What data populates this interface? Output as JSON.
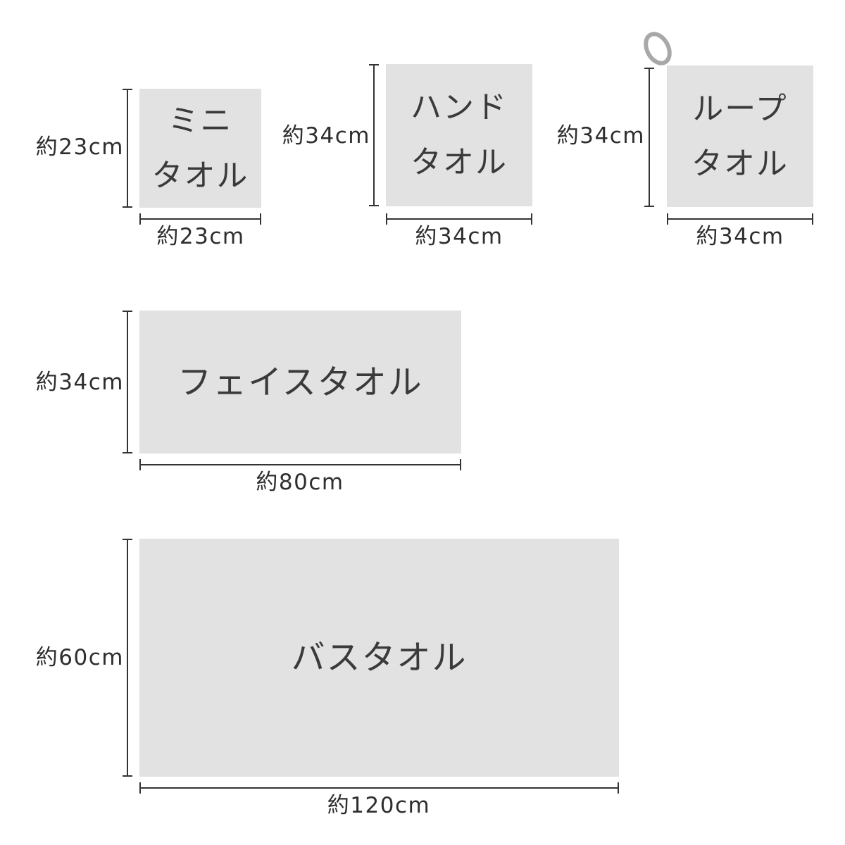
{
  "towels": [
    {
      "id": "mini",
      "lines": [
        "ミニ",
        "タオル"
      ],
      "width_label": "約23cm",
      "height_label": "約23cm"
    },
    {
      "id": "hand",
      "lines": [
        "ハンド",
        "タオル"
      ],
      "width_label": "約34cm",
      "height_label": "約34cm"
    },
    {
      "id": "loop",
      "lines": [
        "ループ",
        "タオル"
      ],
      "width_label": "約34cm",
      "height_label": "約34cm"
    },
    {
      "id": "face",
      "lines": [
        "フェイスタオル"
      ],
      "width_label": "約80cm",
      "height_label": "約34cm"
    },
    {
      "id": "bath",
      "lines": [
        "バスタオル"
      ],
      "width_label": "約120cm",
      "height_label": "約60cm"
    }
  ],
  "colors": {
    "towel_fill": "#e2e2e2",
    "text": "#333333",
    "loop_ring": "#a8a8a8"
  },
  "icons": {
    "loop": "hanging-loop-icon"
  }
}
